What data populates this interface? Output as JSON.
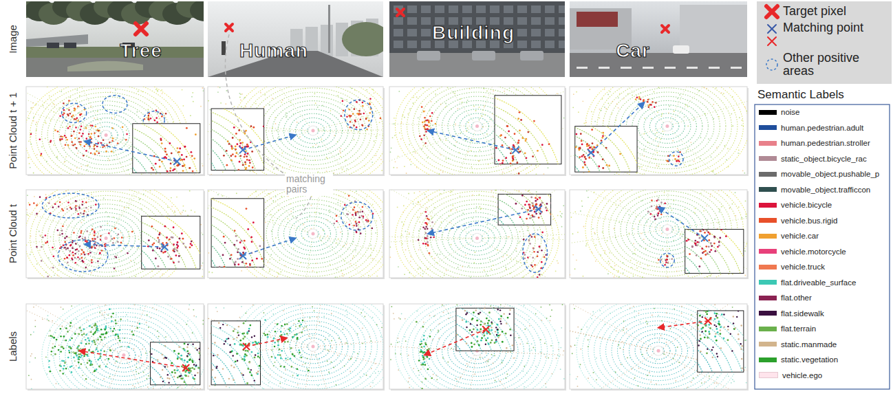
{
  "diagram": {
    "labels": [
      "Image",
      "Point Cloud t + 1",
      "Point Cloud t",
      "Labels",
      "Tree",
      "Human",
      "Building",
      "Car",
      "matching pairs",
      "Semantic Labels"
    ],
    "legend": [
      {
        "text": "Target pixel"
      },
      {
        "text": "Matching point"
      },
      {
        "text": "Other positive areas"
      },
      {
        "text": "noise",
        "color": "#000000"
      },
      {
        "text": "human.pedestrian.adult",
        "color": "#1f4e9c"
      },
      {
        "text": "human.pedestrian.stroller",
        "color": "#e8808a"
      },
      {
        "text": "static_object.bicycle_rac",
        "color": "#b08a95"
      },
      {
        "text": "movable_object.pushable_p",
        "color": "#6b6b6b"
      },
      {
        "text": "movable_object.trafficcon",
        "color": "#2f4f4f"
      },
      {
        "text": "vehicle.bicycle",
        "color": "#dc143c"
      },
      {
        "text": "vehicle.bus.rigid",
        "color": "#e8502a"
      },
      {
        "text": "vehicle.car",
        "color": "#f0a030"
      },
      {
        "text": "vehicle.motorcycle",
        "color": "#e8407a"
      },
      {
        "text": "vehicle.truck",
        "color": "#f07850"
      },
      {
        "text": "flat.driveable_surface",
        "color": "#3cc8b4"
      },
      {
        "text": "flat.other",
        "color": "#8b2252"
      },
      {
        "text": "flat.sidewalk",
        "color": "#3a1040"
      },
      {
        "text": "flat.terrain",
        "color": "#6ab04c"
      },
      {
        "text": "static.manmade",
        "color": "#d2b48c"
      },
      {
        "text": "static.vegetation",
        "color": "#2ca02c"
      },
      {
        "text": "vehicle.ego",
        "color": "#ffe4ec"
      }
    ]
  }
}
